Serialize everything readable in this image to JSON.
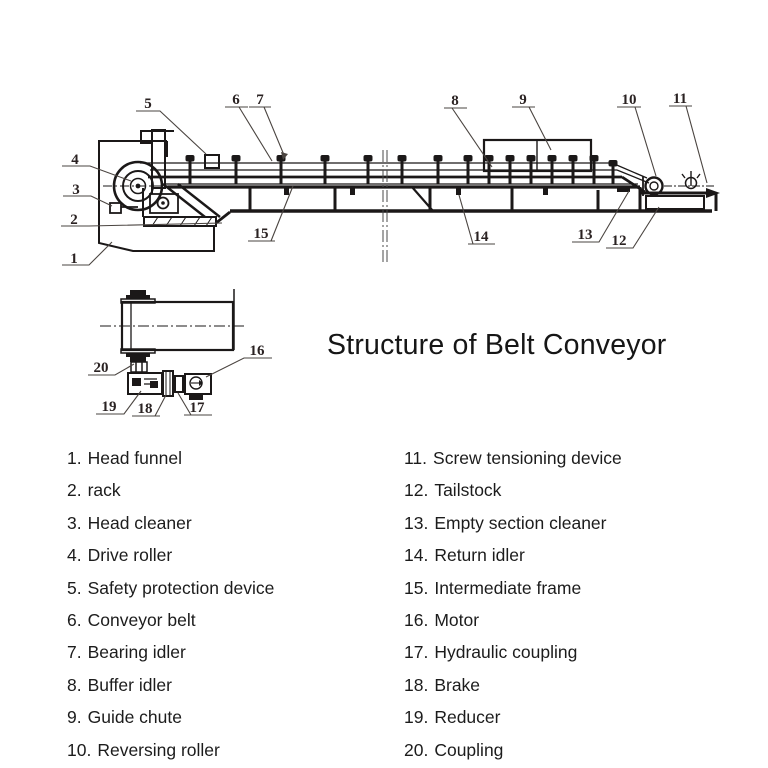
{
  "title": "Structure of Belt Conveyor",
  "callouts": {
    "c1": "1",
    "c2": "2",
    "c3": "3",
    "c4": "4",
    "c5": "5",
    "c6": "6",
    "c7": "7",
    "c8": "8",
    "c9": "9",
    "c10": "10",
    "c11": "11",
    "c12": "12",
    "c13": "13",
    "c14": "14",
    "c15": "15",
    "c16": "16",
    "c17": "17",
    "c18": "18",
    "c19": "19",
    "c20": "20"
  },
  "legend": {
    "left": [
      {
        "num": "1.",
        "label": "Head funnel"
      },
      {
        "num": "2.",
        "label": "rack"
      },
      {
        "num": "3.",
        "label": "Head cleaner"
      },
      {
        "num": "4.",
        "label": "Drive roller"
      },
      {
        "num": "5.",
        "label": "Safety protection device"
      },
      {
        "num": "6.",
        "label": "Conveyor belt"
      },
      {
        "num": "7.",
        "label": "Bearing idler"
      },
      {
        "num": "8.",
        "label": "Buffer idler"
      },
      {
        "num": "9.",
        "label": "Guide chute"
      },
      {
        "num": "10.",
        "label": "Reversing roller"
      }
    ],
    "right": [
      {
        "num": "11.",
        "label": "Screw tensioning device"
      },
      {
        "num": "12.",
        "label": "Tailstock"
      },
      {
        "num": "13.",
        "label": "Empty section cleaner"
      },
      {
        "num": "14.",
        "label": "Return idler"
      },
      {
        "num": "15.",
        "label": "Intermediate frame"
      },
      {
        "num": "16.",
        "label": "Motor"
      },
      {
        "num": "17.",
        "label": "Hydraulic coupling"
      },
      {
        "num": "18.",
        "label": "Brake"
      },
      {
        "num": "19.",
        "label": "Reducer"
      },
      {
        "num": "20.",
        "label": "Coupling"
      }
    ]
  },
  "colors": {
    "ink": "#1b1818",
    "text": "#1c1c1c",
    "background": "#ffffff"
  }
}
